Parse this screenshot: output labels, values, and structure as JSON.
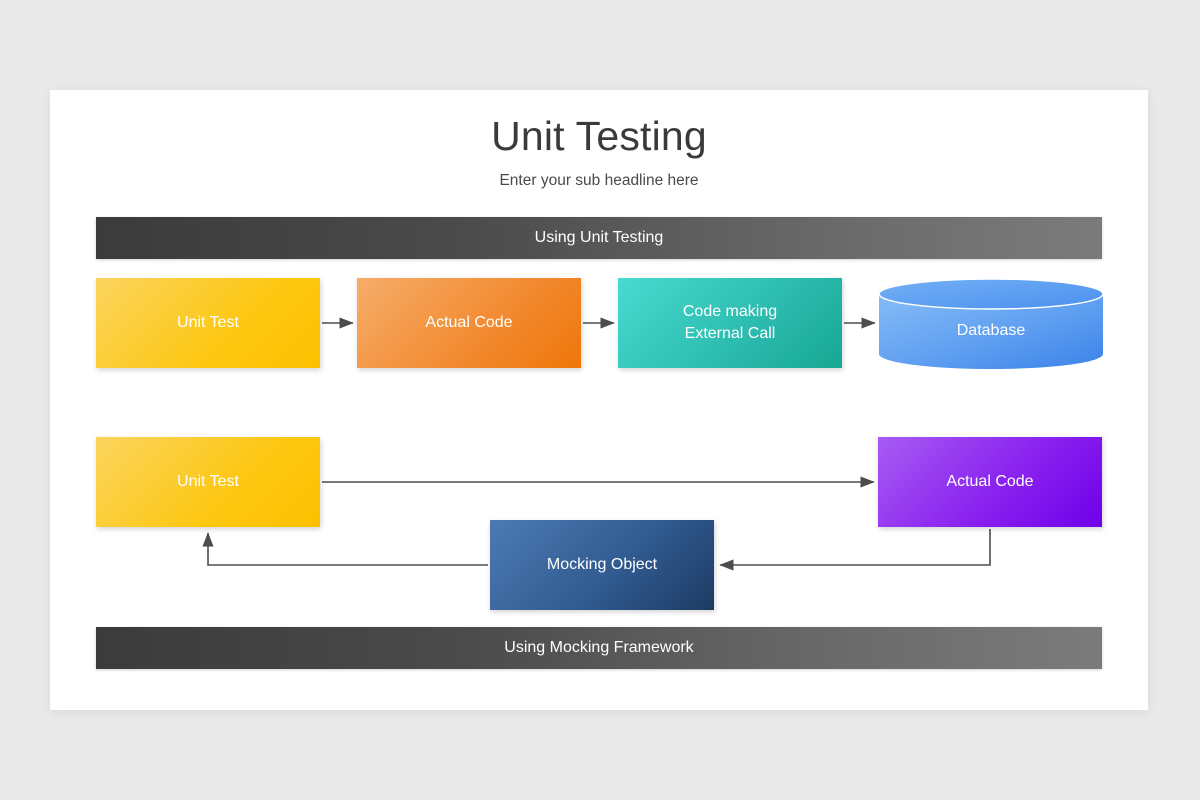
{
  "slide": {
    "title": "Unit Testing",
    "subtitle": "Enter your sub headline here"
  },
  "banners": {
    "top": "Using Unit Testing",
    "bottom": "Using Mocking Framework"
  },
  "diagram": {
    "row_unit_testing": [
      {
        "id": "unit-test-1",
        "label": "Unit Test",
        "shape": "rectangle",
        "color_from": "#fbd45e",
        "color_to": "#fcc000"
      },
      {
        "id": "actual-code-1",
        "label": "Actual Code",
        "shape": "rectangle",
        "color_from": "#f6ad6a",
        "color_to": "#ef760a"
      },
      {
        "id": "external-call",
        "label": "Code making\nExternal Call",
        "label_line1": "Code making",
        "label_line2": "External Call",
        "shape": "rectangle",
        "color_from": "#48dbcf",
        "color_to": "#17a893"
      },
      {
        "id": "database",
        "label": "Database",
        "shape": "cylinder",
        "color_from": "#7cb6f5",
        "color_to": "#3d86ea"
      }
    ],
    "row_mocking_framework": [
      {
        "id": "unit-test-2",
        "label": "Unit Test",
        "shape": "rectangle",
        "color_from": "#fbd45e",
        "color_to": "#fcc000"
      },
      {
        "id": "actual-code-2",
        "label": "Actual Code",
        "shape": "rectangle",
        "color_from": "#a75bf2",
        "color_to": "#6e00e9"
      },
      {
        "id": "mocking-object",
        "label": "Mocking Object",
        "shape": "rectangle",
        "color_from": "#4c7ab2",
        "color_to": "#1d3a63"
      }
    ],
    "connector_color": "#4d4d4d"
  },
  "theme": {
    "page_background": "#e9e9ea",
    "card_background": "#ffffff",
    "banner_gradient_from": "#3b3b3b",
    "banner_gradient_to": "#7b7b7b",
    "title_color": "#3a3a3a",
    "node_text_color": "#ffffff"
  }
}
